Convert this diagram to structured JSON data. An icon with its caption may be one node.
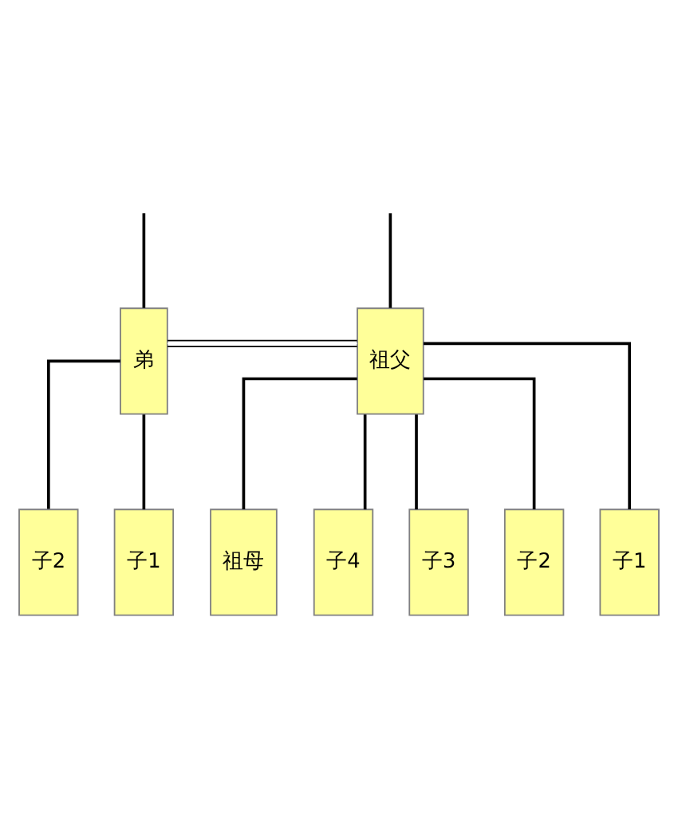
{
  "diagram": {
    "nodes": [
      {
        "text": [
          "弟"
        ]
      },
      {
        "text": [
          "祖父"
        ]
      },
      {
        "text": [
          "祖母"
        ]
      },
      {
        "text": [
          "子2"
        ]
      },
      {
        "text": [
          "子1"
        ]
      },
      {
        "text": [
          "子4"
        ]
      },
      {
        "text": [
          "子3"
        ]
      },
      {
        "text": [
          "子2"
        ]
      },
      {
        "text": [
          "子1"
        ]
      }
    ],
    "edges": [
      {
        "from": null,
        "to": 0,
        "arrow": "none"
      },
      {
        "from": null,
        "to": 1,
        "arrow": "none"
      },
      {
        "from": 0,
        "to": 1,
        "arrow": "none"
      },
      {
        "from": 1,
        "to": 2,
        "arrow": "none"
      },
      {
        "from": 0,
        "to": 3,
        "arrow": "none"
      },
      {
        "from": 0,
        "to": 4,
        "arrow": "none"
      },
      {
        "from": 1,
        "to": 5,
        "arrow": "none"
      },
      {
        "from": 1,
        "to": 6,
        "arrow": "none"
      },
      {
        "from": 1,
        "to": 7,
        "arrow": "none"
      },
      {
        "from": 1,
        "to": 8,
        "arrow": "none"
      }
    ]
  }
}
